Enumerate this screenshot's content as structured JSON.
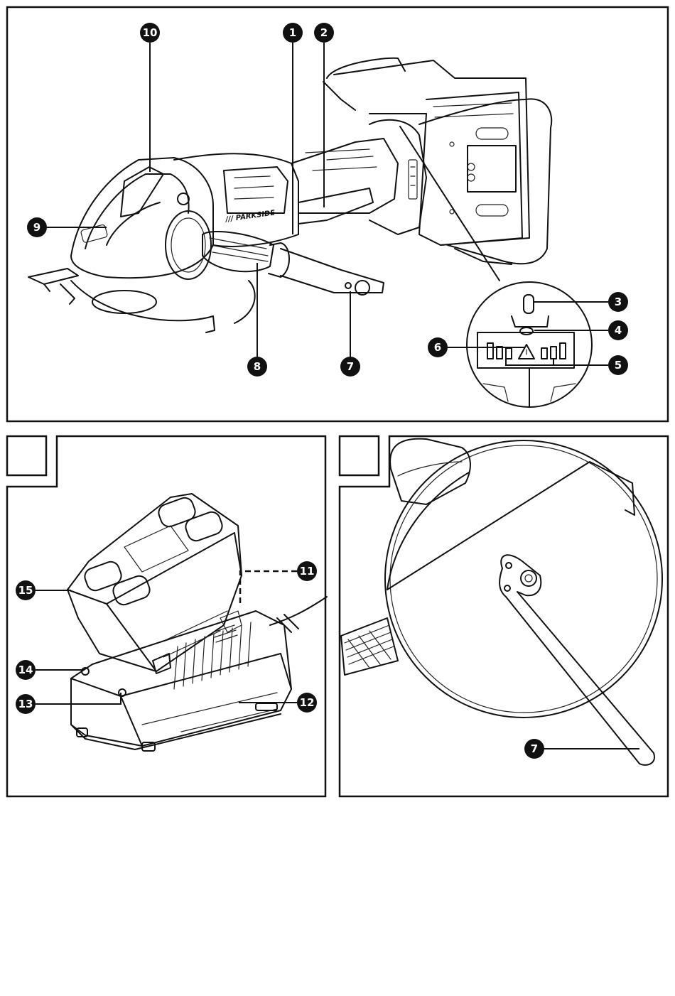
{
  "brand": "/// PARKSIDE",
  "callouts": {
    "c1": "1",
    "c2": "2",
    "c3": "3",
    "c4": "4",
    "c5": "5",
    "c6": "6",
    "c7": "7",
    "c8": "8",
    "c9": "9",
    "c10": "10",
    "c11": "11",
    "c12": "12",
    "c13": "13",
    "c14": "14",
    "c15": "15",
    "c7b": "7"
  },
  "panels": {
    "left_tab": "",
    "right_tab": ""
  }
}
